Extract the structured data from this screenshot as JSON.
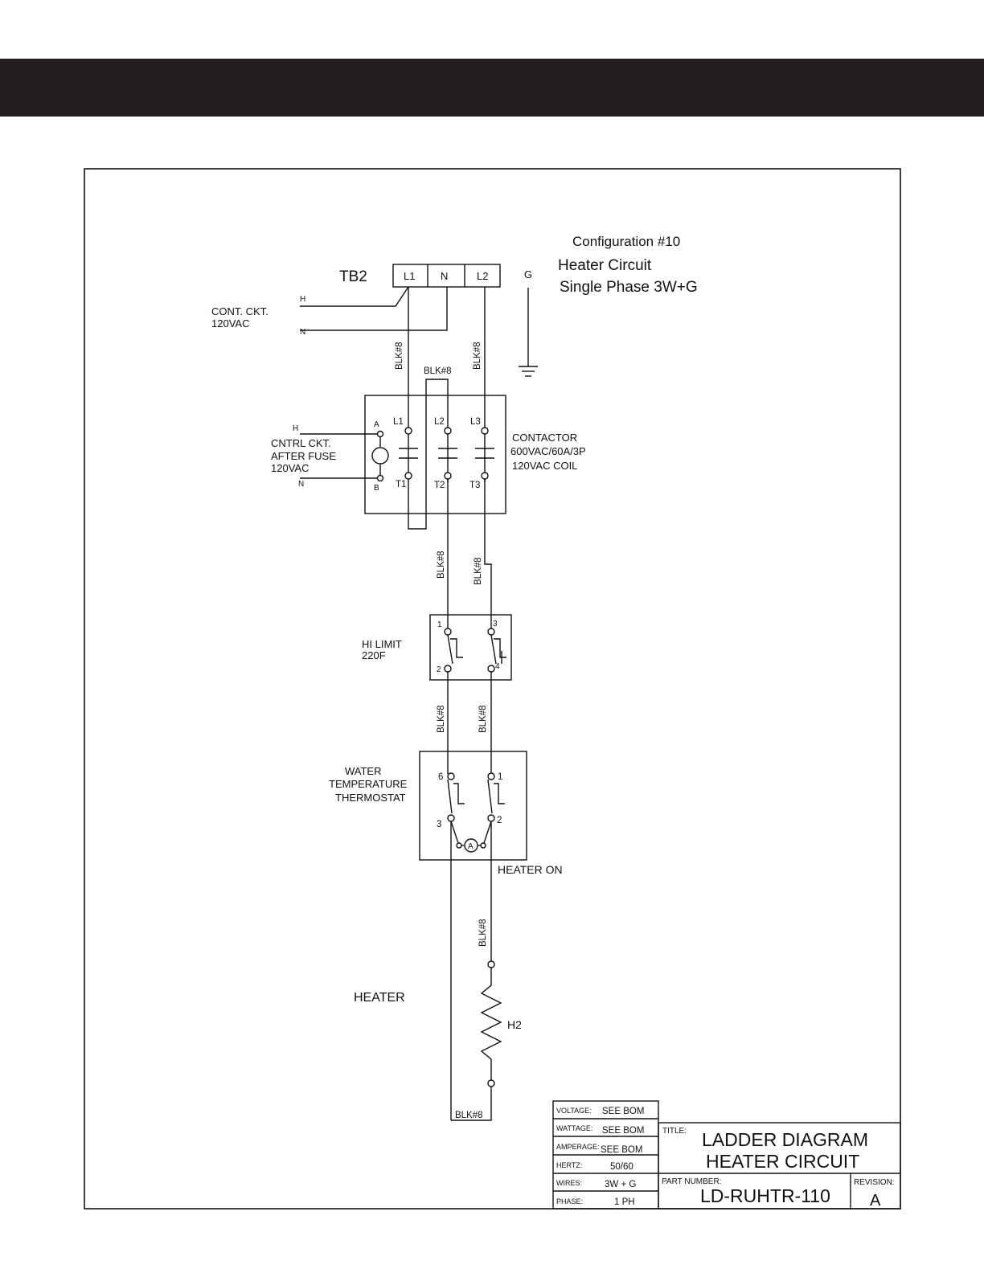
{
  "header": {
    "bar_color": "#231f20"
  },
  "config": {
    "line1": "Configuration  #10",
    "line2": "Heater  Circuit",
    "line3": "Single  Phase  3W+G"
  },
  "terminal_block": {
    "name": "TB2",
    "terminals": [
      "L1",
      "N",
      "L2"
    ],
    "ground": "G"
  },
  "control_circuit": {
    "h": "H",
    "n": "N",
    "label1": "CONT.  CKT.",
    "label2": "120VAC"
  },
  "contactor": {
    "a": "A",
    "b": "B",
    "h": "H",
    "n": "N",
    "cntrl1": "CNTRL  CKT.",
    "cntrl2": "AFTER  FUSE",
    "cntrl3": "120VAC",
    "poles_in": [
      "L1",
      "L2",
      "L3"
    ],
    "poles_out": [
      "T1",
      "T2",
      "T3"
    ],
    "label1": "CONTACTOR",
    "label2": "600VAC/60A/3P",
    "label3": "120VAC  COIL"
  },
  "hi_limit": {
    "label1": "HI  LIMIT",
    "label2": "220F",
    "terminals": [
      "1",
      "2",
      "3",
      "4"
    ]
  },
  "thermostat": {
    "label1": "WATER",
    "label2": "TEMPERATURE",
    "label3": "THERMOSTAT",
    "terminals": [
      "6",
      "1",
      "3",
      "2"
    ],
    "lamp": "A",
    "heater_on": "HEATER  ON"
  },
  "heater": {
    "label": "HEATER",
    "element": "H2"
  },
  "wire_label": "BLK#8",
  "title_block": {
    "specs": [
      {
        "key": "VOLTAGE:",
        "value": "SEE  BOM"
      },
      {
        "key": "WATTAGE:",
        "value": "SEE  BOM"
      },
      {
        "key": "AMPERAGE:",
        "value": "SEE  BOM"
      },
      {
        "key": "HERTZ:",
        "value": "50/60"
      },
      {
        "key": "WIRES:",
        "value": "3W  +  G"
      },
      {
        "key": "PHASE:",
        "value": "1  PH"
      }
    ],
    "title_key": "TITLE:",
    "title1": "LADDER  DIAGRAM",
    "title2": "HEATER  CIRCUIT",
    "part_key": "PART  NUMBER:",
    "part_number": "LD-RUHTR-110",
    "rev_key": "REVISION:",
    "revision": "A"
  }
}
